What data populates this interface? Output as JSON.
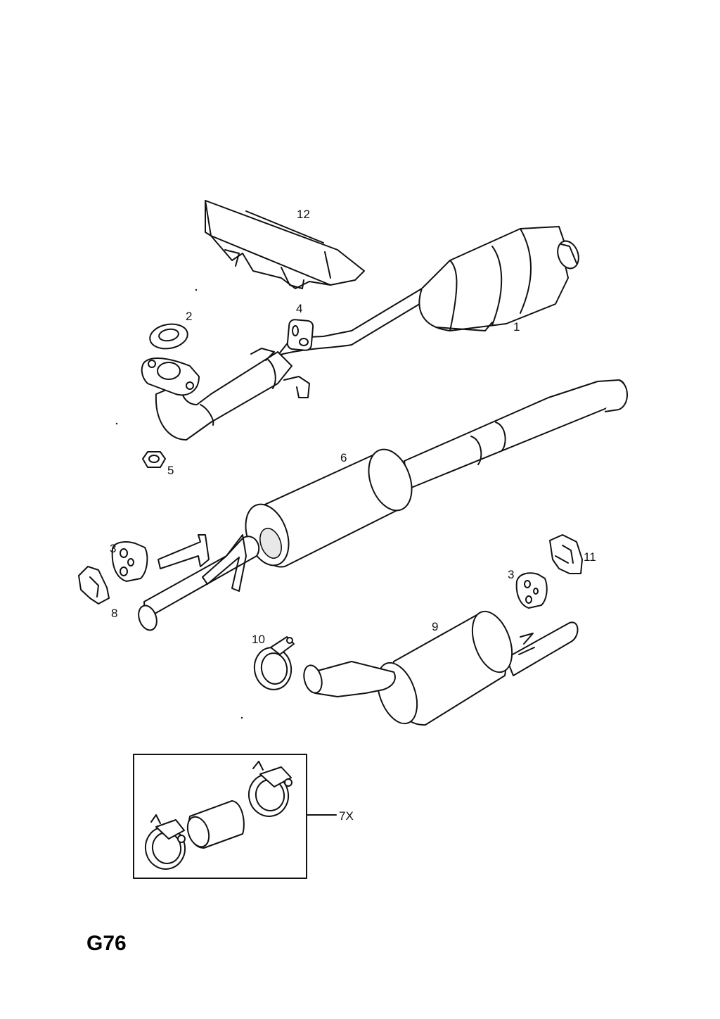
{
  "diagram": {
    "page_code": "G76",
    "callouts": [
      {
        "id": "c1",
        "label": "1"
      },
      {
        "id": "c2",
        "label": "2"
      },
      {
        "id": "c3a",
        "label": "3"
      },
      {
        "id": "c3b",
        "label": "3"
      },
      {
        "id": "c4",
        "label": "4"
      },
      {
        "id": "c5",
        "label": "5"
      },
      {
        "id": "c6",
        "label": "6"
      },
      {
        "id": "c7x",
        "label": "7X"
      },
      {
        "id": "c8",
        "label": "8"
      },
      {
        "id": "c9",
        "label": "9"
      },
      {
        "id": "c10",
        "label": "10"
      },
      {
        "id": "c11",
        "label": "11"
      },
      {
        "id": "c12",
        "label": "12"
      }
    ]
  }
}
